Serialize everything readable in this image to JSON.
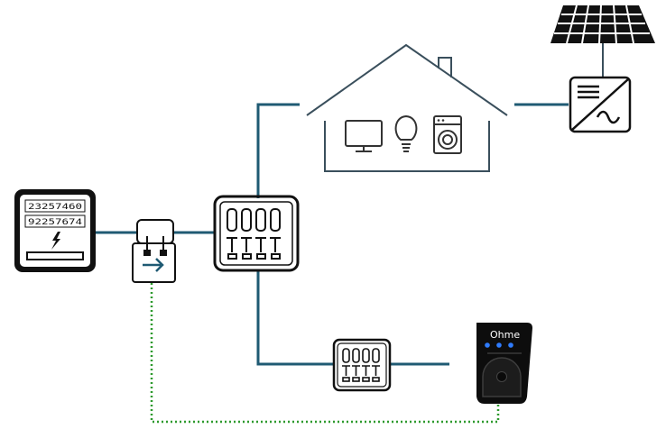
{
  "meter": {
    "row1": "23257460",
    "row2": "92257674"
  },
  "charger": {
    "brand": "Ohme"
  },
  "colors": {
    "wire": "#1f5a73",
    "outline": "#111111",
    "data_link": "#2e9a2e",
    "charger_led": "#2f7cff"
  }
}
